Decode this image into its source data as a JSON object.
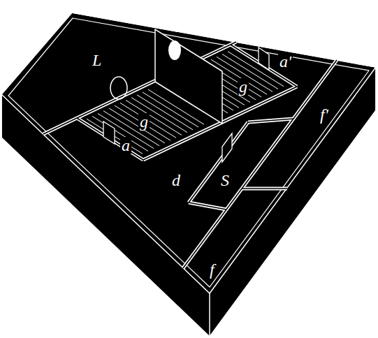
{
  "diagram": {
    "labels": [
      "L",
      "a'",
      "g",
      "g",
      "a",
      "d",
      "f'",
      "S",
      "f"
    ]
  }
}
